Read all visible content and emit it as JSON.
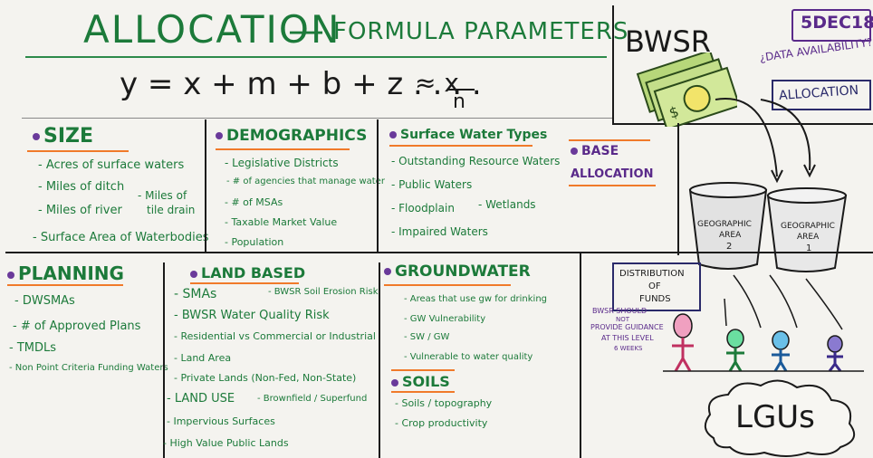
{
  "title": "ALLOCATION",
  "subtitle": "FORMULA PARAMETERS",
  "formula_left": "y = x + m + b + z . . . .",
  "formula_right": "≈ x",
  "formula_den": "n",
  "top_right": {
    "bwsr": "BWSR",
    "date": "5DEC18",
    "data_availability": "¿DATA AVAILABILITY?",
    "allocation_box": "ALLOCATION"
  },
  "sections": {
    "size": {
      "header": "SIZE",
      "items": [
        "- Acres of surface waters",
        "- Miles of ditch",
        "- Miles of river",
        "- Surface Area of Waterbodies"
      ],
      "side_note": [
        "- Miles of",
        "tile drain"
      ]
    },
    "demographics": {
      "header": "DEMOGRAPHICS",
      "items": [
        "- Legislative Districts",
        "- # of agencies that manage water",
        "- # of MSAs",
        "- Taxable Market Value",
        "- Population"
      ]
    },
    "surface_water": {
      "header": "Surface Water Types",
      "items": [
        "- Outstanding Resource Waters",
        "- Public Waters",
        "- Floodplain",
        "- Impaired Waters"
      ],
      "side_note": "- Wetlands"
    },
    "base_allocation": {
      "line1": "BASE",
      "line2": "ALLOCATION"
    },
    "planning": {
      "header": "PLANNING",
      "items": [
        "- DWSMAs",
        "- # of Approved Plans",
        "- TMDLs",
        "- Non Point Criteria Funding Waters"
      ]
    },
    "land_based": {
      "header": "LAND BASED",
      "items": [
        "- SMAs",
        "- BWSR Water Quality Risk",
        "- Residential vs Commercial or Industrial",
        "- Land Area",
        "- Private Lands (Non-Fed, Non-State)",
        "- LAND USE",
        "- Impervious Surfaces",
        "- High Value Public Lands"
      ],
      "side_notes": [
        "- BWSR Soil Erosion Risk",
        "- Brownfield / Superfund"
      ]
    },
    "groundwater": {
      "header": "GROUNDWATER",
      "items": [
        "- Areas that use gw for drinking",
        "- GW Vulnerability",
        "- SW / GW",
        "- Vulnerable to water quality"
      ]
    },
    "soils": {
      "header": "SOILS",
      "items": [
        "- Soils / topography",
        "- Crop productivity"
      ]
    }
  },
  "diagram": {
    "bucket_left": [
      "GEOGRAPHIC",
      "AREA",
      "2"
    ],
    "bucket_right": [
      "GEOGRAPHIC",
      "AREA",
      "1"
    ],
    "distribution_box": [
      "DISTRIBUTION",
      "OF",
      "FUNDS"
    ],
    "bwsr_note": [
      "BWSR SHOULD",
      "NOT",
      "PROVIDE GUIDANCE",
      "AT THIS LEVEL",
      "6 WEEKS"
    ],
    "lgus": "LGUs"
  },
  "colors": {
    "green_marker": "#1c7a3a",
    "black_marker": "#1a1a1a",
    "orange_marker": "#f07a2a",
    "purple_marker": "#6a3a9a",
    "board": "#f4f3ef"
  }
}
